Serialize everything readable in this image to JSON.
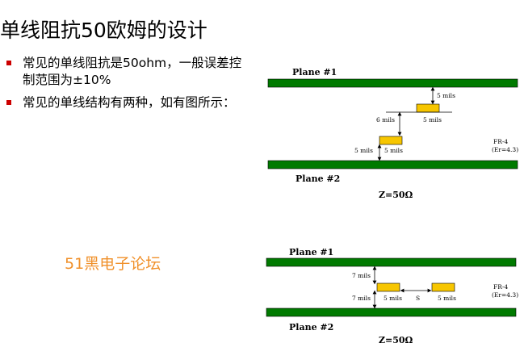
{
  "title": "单线阻抗50欧姆的设计",
  "bullets": [
    "常见的单线阻抗是50ohm，一般误差控制范围为±10%",
    "常见的单线结构有两种，如有图所示："
  ],
  "watermark": {
    "num": "51",
    "text": "黑电子论坛"
  },
  "colors": {
    "plane": "#007a00",
    "trace": "#f7c600",
    "bullet": "#cc0000",
    "watermark": "#f0902a"
  },
  "diagram1": {
    "plane_top": "Plane #1",
    "plane_bottom": "Plane #2",
    "impedance": "Z=50Ω",
    "material": "FR-4",
    "er": "(Er=4.3)",
    "labels": {
      "gap_top": "5 mils",
      "trace_top_width": "5 mils",
      "separation": "6 mils",
      "gap_bottom": "5 mils",
      "trace_bottom_width": "5 mils"
    }
  },
  "diagram2": {
    "plane_top": "Plane #1",
    "plane_bottom": "Plane #2",
    "impedance": "Z=50Ω",
    "material": "FR-4",
    "er": "(Er=4.3)",
    "labels": {
      "gap_top": "7 mils",
      "gap_bottom": "7 mils",
      "trace_a_width": "5 mils",
      "spacing": "S",
      "trace_b_width": "5 mils"
    }
  }
}
